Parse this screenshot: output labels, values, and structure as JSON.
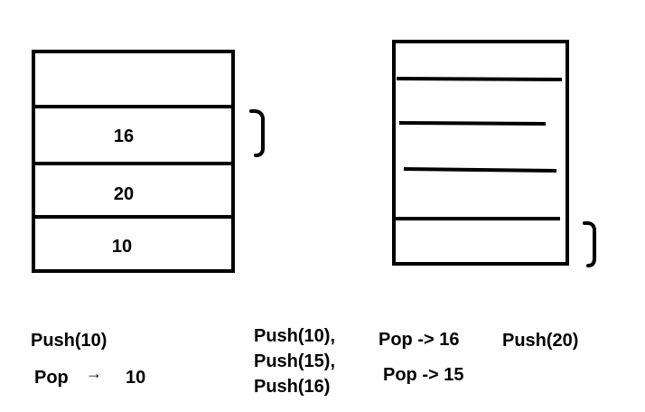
{
  "left_stack": {
    "cells": [
      "",
      "16",
      "20",
      "10"
    ]
  },
  "right_stack": {
    "slot_count": 5
  },
  "labels": {
    "push_10": "Push(10)",
    "pop_10_op": "Pop",
    "pop_10_arrow": "→",
    "pop_10_value": "10",
    "push_seq_1": "Push(10),",
    "push_seq_2": "Push(15),",
    "push_seq_3": "Push(16)",
    "pop_16": "Pop -> 16",
    "pop_15": "Pop -> 15",
    "push_20": "Push(20)"
  }
}
